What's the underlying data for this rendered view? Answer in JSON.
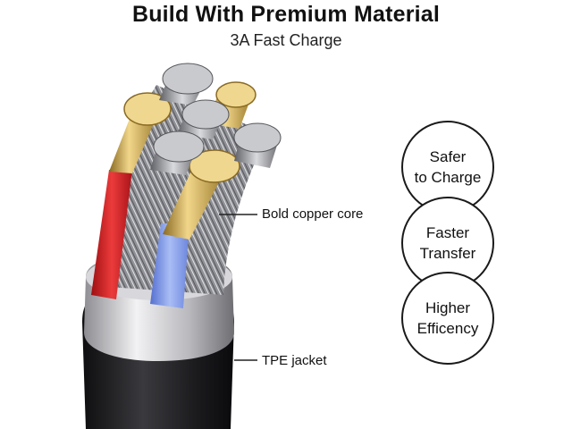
{
  "header": {
    "title": "Build With Premium Material",
    "subtitle": "3A Fast Charge"
  },
  "callouts": {
    "core": "Bold copper core",
    "jacket": "TPE jacket"
  },
  "badges": [
    {
      "line1": "Safer",
      "line2": "to Charge"
    },
    {
      "line1": "Faster",
      "line2": "Transfer"
    },
    {
      "line1": "Higher",
      "line2": "Efficency"
    }
  ],
  "colors": {
    "jacket": "#1c1c1e",
    "ring": "#c8c8cc",
    "wire_red": "#d21e1e",
    "wire_blue": "#6f8fe8",
    "gold": "#c9a44a",
    "strand": "#9a9ba0"
  }
}
